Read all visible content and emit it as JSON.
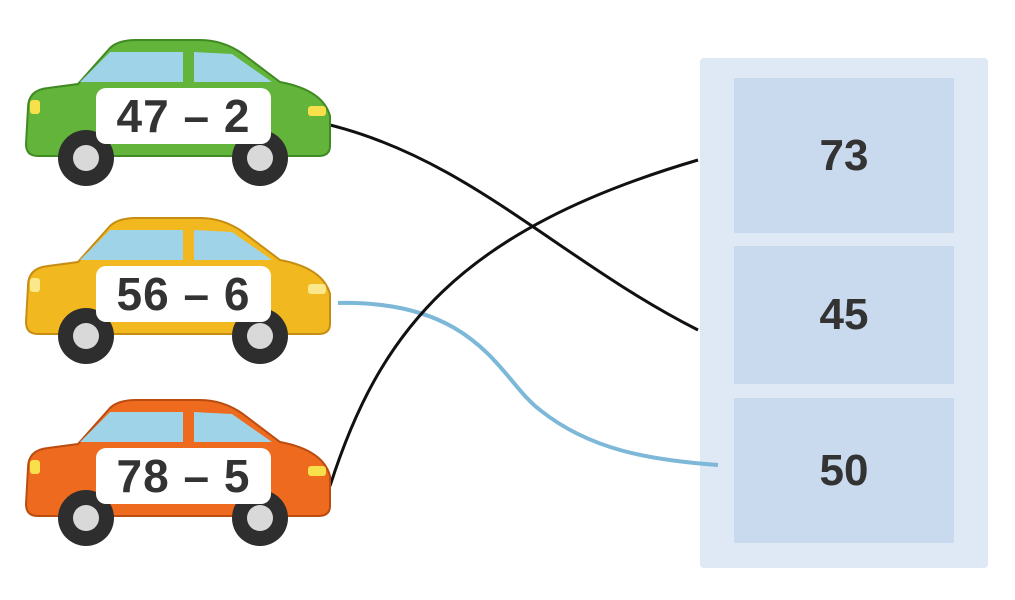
{
  "cars": [
    {
      "expression": "47 – 2",
      "color": "#62b43a",
      "dark": "#3f8a22",
      "window": "#9fd4e8"
    },
    {
      "expression": "56 – 6",
      "color": "#f2b820",
      "dark": "#c68d12",
      "window": "#9fd4e8"
    },
    {
      "expression": "78 – 5",
      "color": "#ee6a1e",
      "dark": "#bb4c10",
      "window": "#9fd4e8"
    }
  ],
  "garage": {
    "slots": [
      "73",
      "45",
      "50"
    ],
    "background": "#dfe9f5",
    "slot_color": "#c9daee"
  },
  "connections": [
    {
      "from_car": 0,
      "to_slot": 1,
      "color": "#111111"
    },
    {
      "from_car": 1,
      "to_slot": 2,
      "color": "#7db8d8"
    },
    {
      "from_car": 2,
      "to_slot": 0,
      "color": "#111111"
    }
  ]
}
